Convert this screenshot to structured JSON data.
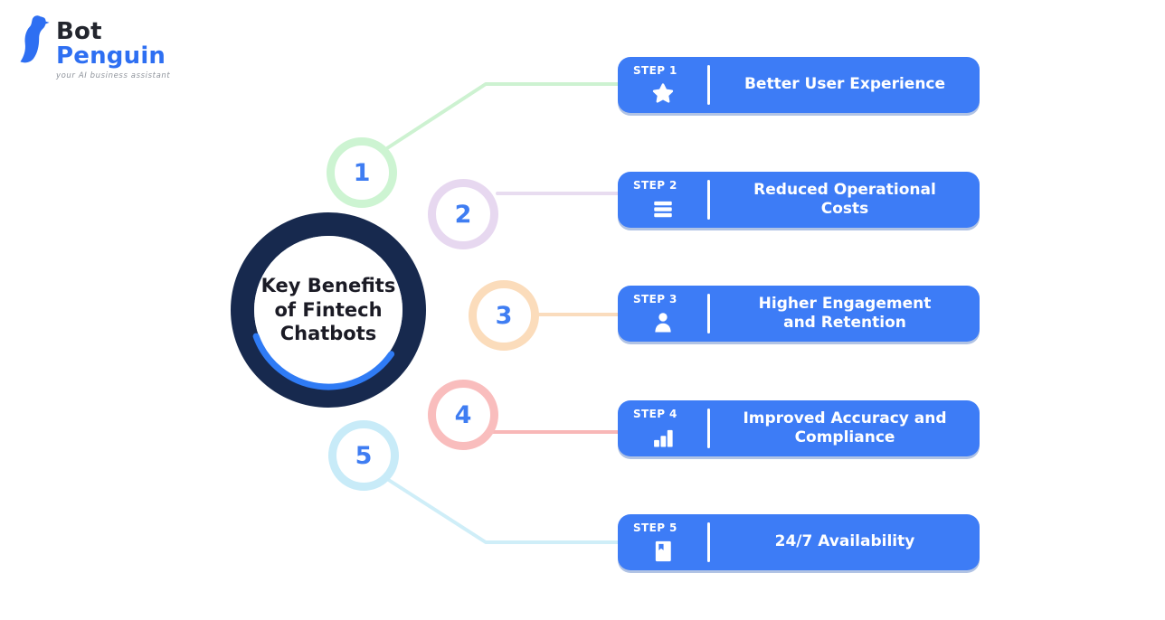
{
  "logo": {
    "bot": "Bot",
    "penguin": "Penguin",
    "tagline": "your AI business assistant",
    "bot_color": "#23262e",
    "penguin_color": "#2e6ff2"
  },
  "center": {
    "title": "Key Benefits of Fintech Chatbots",
    "ring_color": "#17294e",
    "accent_color": "#2f7bf5"
  },
  "card_color": "#3d7cf6",
  "number_color": "#3f7df2",
  "steps": [
    {
      "number": "1",
      "step_label": "STEP 1",
      "title": "Better User Experience",
      "icon": "star-icon",
      "ring_color": "#cdf4d2",
      "line_color": "#cdf2d1"
    },
    {
      "number": "2",
      "step_label": "STEP 2",
      "title": "Reduced Operational Costs",
      "icon": "list-icon",
      "ring_color": "#e7d8f0",
      "line_color": "#e8dcf0"
    },
    {
      "number": "3",
      "step_label": "STEP 3",
      "title": "Higher Engagement and Retention",
      "icon": "person-icon",
      "ring_color": "#fbdcbb",
      "line_color": "#fadcbd"
    },
    {
      "number": "4",
      "step_label": "STEP 4",
      "title": "Improved Accuracy and Compliance",
      "icon": "bar-chart-icon",
      "ring_color": "#f9bdbd",
      "line_color": "#f8b7b7"
    },
    {
      "number": "5",
      "step_label": "STEP 5",
      "title": "24/7 Availability",
      "icon": "document-icon",
      "ring_color": "#c8ebf8",
      "line_color": "#cfeef8"
    }
  ]
}
